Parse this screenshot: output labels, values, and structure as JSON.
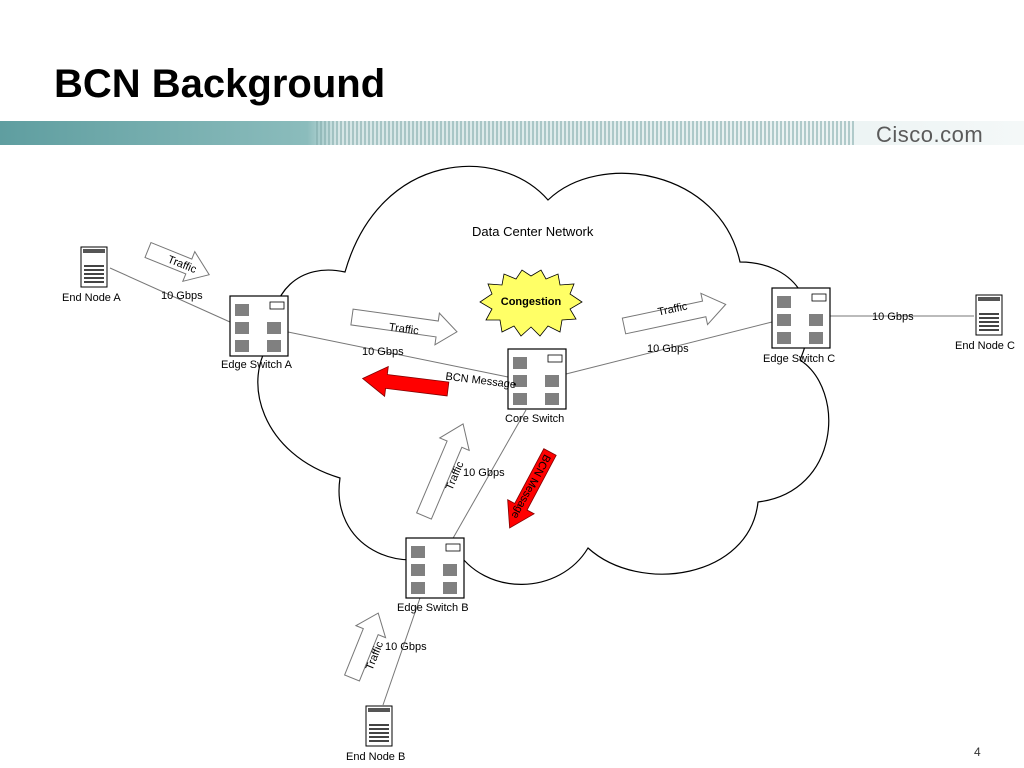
{
  "slide": {
    "title": "BCN Background",
    "brand": "Cisco.com",
    "page_number": "4"
  },
  "diagram": {
    "cloud_label": "Data Center Network",
    "congestion_label": "Congestion",
    "nodes": {
      "end_node_a": "End Node A",
      "end_node_b": "End Node B",
      "end_node_c": "End Node C",
      "edge_switch_a": "Edge Switch A",
      "edge_switch_b": "Edge Switch B",
      "edge_switch_c": "Edge Switch C",
      "core_switch": "Core Switch"
    },
    "links": {
      "a_node_edge": "10 Gbps",
      "a_edge_core": "10 Gbps",
      "c_core_edge": "10 Gbps",
      "c_edge_node": "10 Gbps",
      "b_core_edge": "10 Gbps",
      "b_edge_node": "10 Gbps"
    },
    "arrows": {
      "traffic": "Traffic",
      "bcn_message": "BCN Message"
    },
    "colors": {
      "bcn_arrow": "#ff0000",
      "congestion_fill": "#ffff66",
      "banner": "#5f9ea0"
    }
  }
}
